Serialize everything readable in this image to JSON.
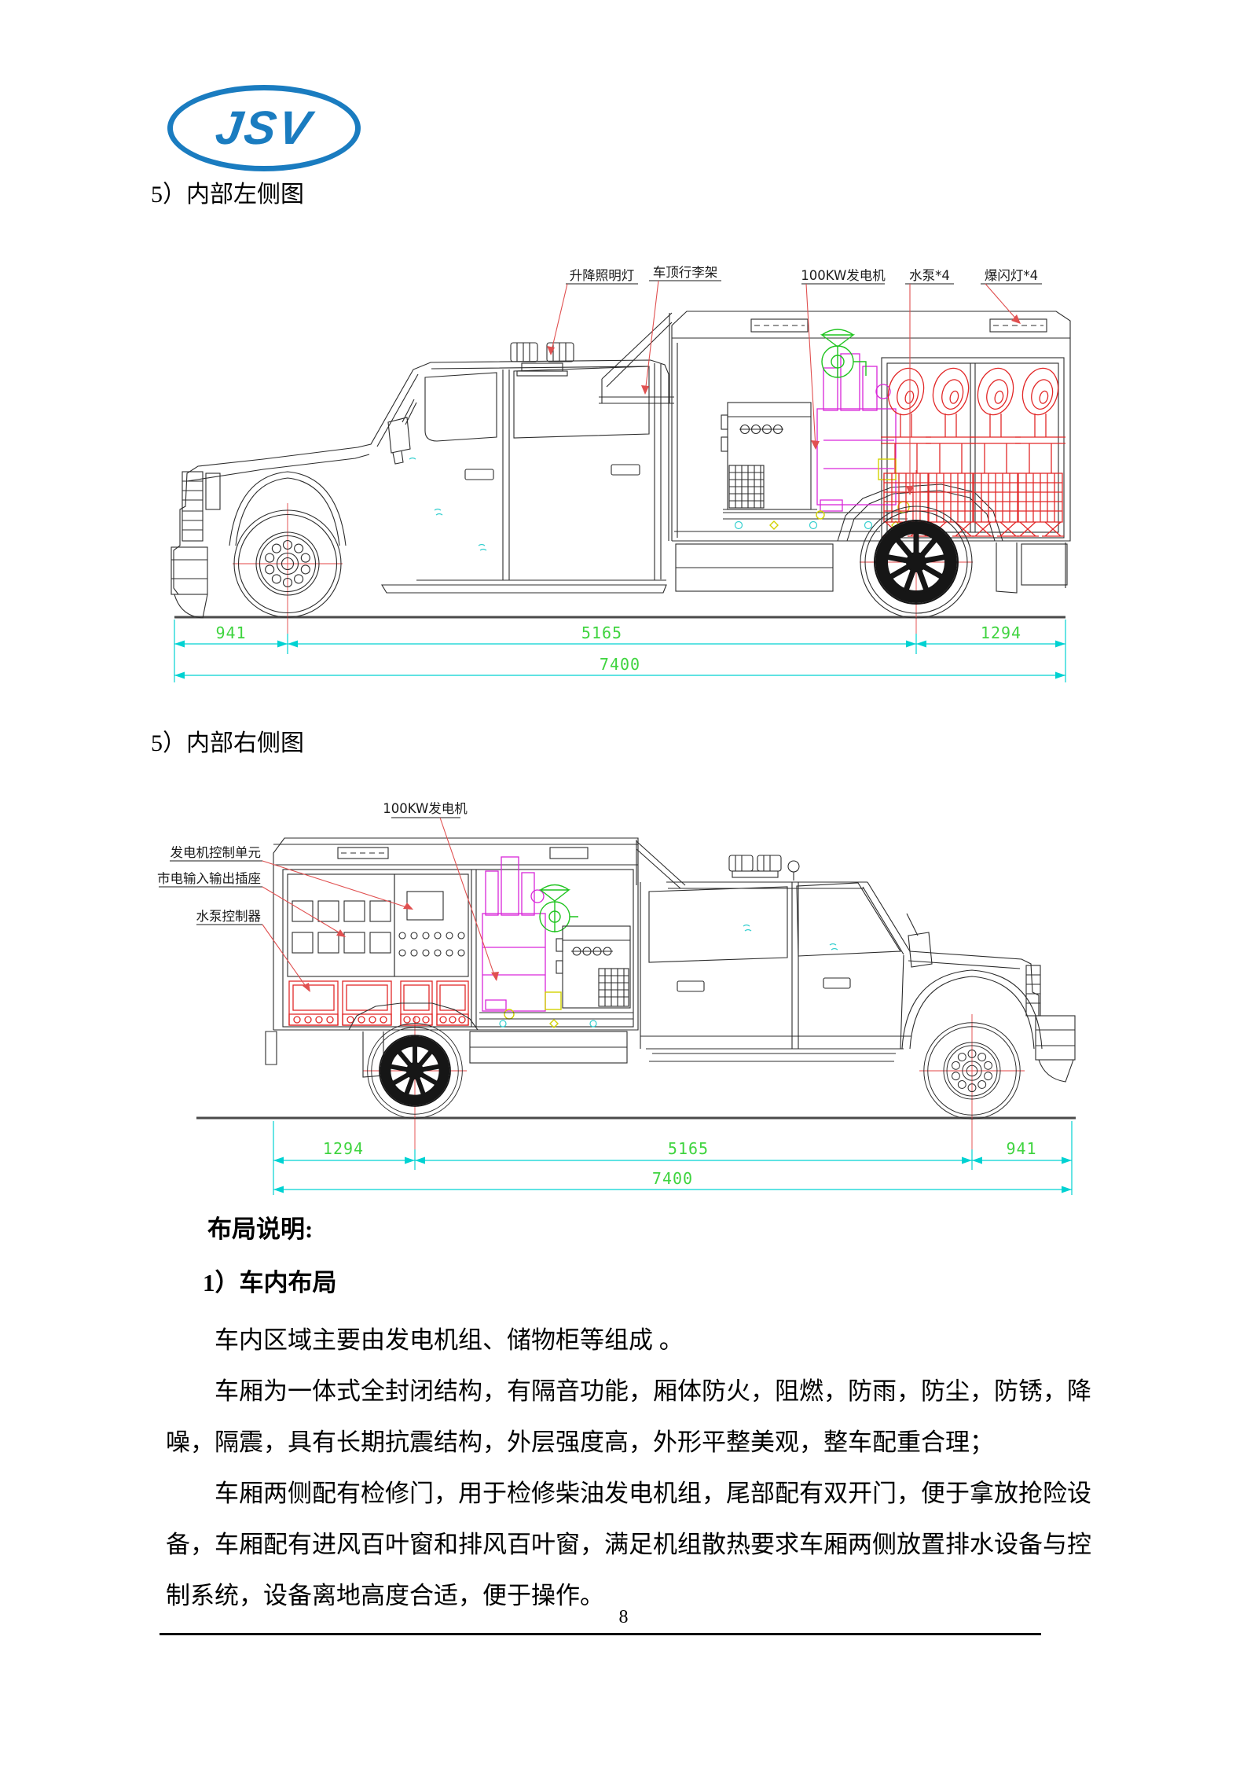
{
  "logo": {
    "text": "JSV",
    "color": "#1a7cc0"
  },
  "sections": {
    "left_view_heading": "5）内部左侧图",
    "right_view_heading": "5）内部右侧图",
    "layout_heading": "布局说明:",
    "layout_sub_heading": "1）车内布局",
    "para1": "车内区域主要由发电机组、储物柜等组成 。",
    "para2": "车厢为一体式全封闭结构，有隔音功能，厢体防火，阻燃，防雨，防尘，防锈，降噪，隔震，具有长期抗震结构，外层强度高，外形平整美观，整车配重合理；",
    "para3": "车厢两侧配有检修门，用于检修柴油发电机组，尾部配有双开门，便于拿放抢险设备，车厢配有进风百叶窗和排风百叶窗，满足机组散热要求车厢两侧放置排水设备与控制系统，设备离地高度合适，便于操作。"
  },
  "drawing1": {
    "labels": {
      "lift_light": "升降照明灯",
      "roof_rack": "车顶行李架",
      "generator": "100KW发电机",
      "water_pump": "水泵*4",
      "strobe": "爆闪灯*4"
    },
    "dims": {
      "front_overhang": "941",
      "wheelbase": "5165",
      "rear_overhang": "1294",
      "total": "7400"
    }
  },
  "drawing2": {
    "labels": {
      "generator": "100KW发电机",
      "gen_control": "发电机控制单元",
      "mains_io": "市电输入输出插座",
      "pump_controller": "水泵控制器"
    },
    "dims": {
      "rear_overhang": "1294",
      "wheelbase": "5165",
      "front_overhang": "941",
      "total": "7400"
    }
  },
  "footer": {
    "page_number": "8"
  },
  "colors": {
    "logo_blue": "#1a7cc0",
    "dimension_green": "#3fd43f",
    "dimension_cyan": "#00d2d2",
    "leader_red": "#e05050",
    "pump_red": "#e22828",
    "engine_magenta": "#d926d9",
    "pump_green": "#1fc41f"
  }
}
